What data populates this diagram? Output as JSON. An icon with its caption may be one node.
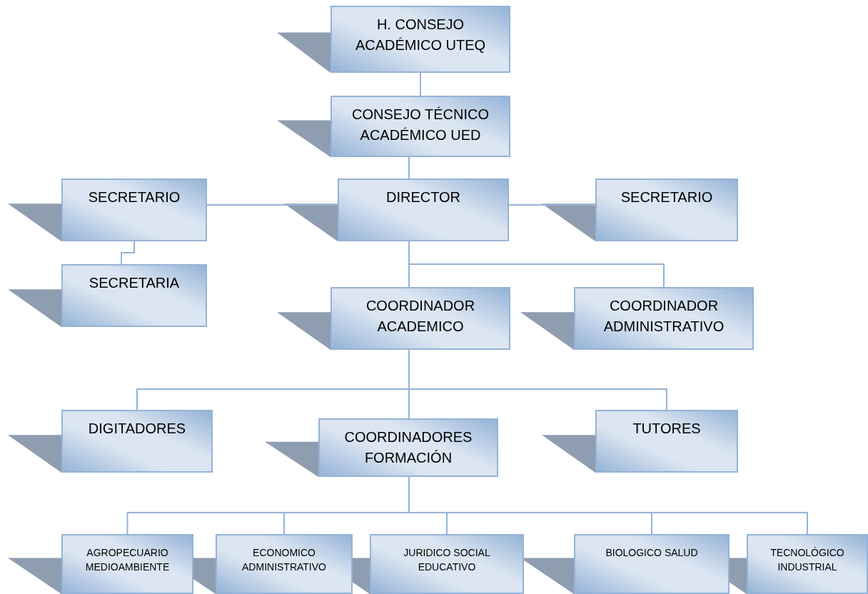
{
  "diagram": {
    "nodes": [
      {
        "text": [
          "H. CONSEJO ACADÉMICO UTEQ"
        ]
      },
      {
        "text": [
          "CONSEJO TÉCNICO ACADÉMICO UED"
        ]
      },
      {
        "text": [
          "SECRETARIO"
        ]
      },
      {
        "text": [
          "DIRECTOR"
        ]
      },
      {
        "text": [
          "SECRETARIO"
        ]
      },
      {
        "text": [
          "SECRETARIA"
        ]
      },
      {
        "text": [
          "COORDINADOR ACADEMICO"
        ]
      },
      {
        "text": [
          "COORDINADOR ADMINISTRATIVO"
        ]
      },
      {
        "text": [
          "DIGITADORES"
        ]
      },
      {
        "text": [
          "COORDINADORES FORMACIÓN"
        ]
      },
      {
        "text": [
          "TUTORES"
        ]
      },
      {
        "text": [
          "AGROPECUARIO MEDIOAMBIENTE"
        ]
      },
      {
        "text": [
          "ECONOMICO ADMINISTRATIVO"
        ]
      },
      {
        "text": [
          "JURIDICO SOCIAL EDUCATIVO"
        ]
      },
      {
        "text": [
          "BIOLOGICO SALUD"
        ]
      },
      {
        "text": [
          "TECNOLÓGICO INDUSTRIAL"
        ]
      }
    ],
    "edges": [
      {
        "from": 0,
        "to": 1,
        "arrow": "none"
      },
      {
        "from": 1,
        "to": 3,
        "arrow": "none"
      },
      {
        "from": 3,
        "to": 2,
        "arrow": "none"
      },
      {
        "from": 3,
        "to": 4,
        "arrow": "none"
      },
      {
        "from": 2,
        "to": 5,
        "arrow": "none"
      },
      {
        "from": 3,
        "to": 6,
        "arrow": "none"
      },
      {
        "from": 3,
        "to": 7,
        "arrow": "none"
      },
      {
        "from": 6,
        "to": 8,
        "arrow": "none"
      },
      {
        "from": 6,
        "to": 9,
        "arrow": "none"
      },
      {
        "from": 6,
        "to": 10,
        "arrow": "none"
      },
      {
        "from": 9,
        "to": 11,
        "arrow": "none"
      },
      {
        "from": 9,
        "to": 12,
        "arrow": "none"
      },
      {
        "from": 9,
        "to": 13,
        "arrow": "none"
      },
      {
        "from": 9,
        "to": 14,
        "arrow": "none"
      },
      {
        "from": 9,
        "to": 15,
        "arrow": "none"
      }
    ]
  }
}
